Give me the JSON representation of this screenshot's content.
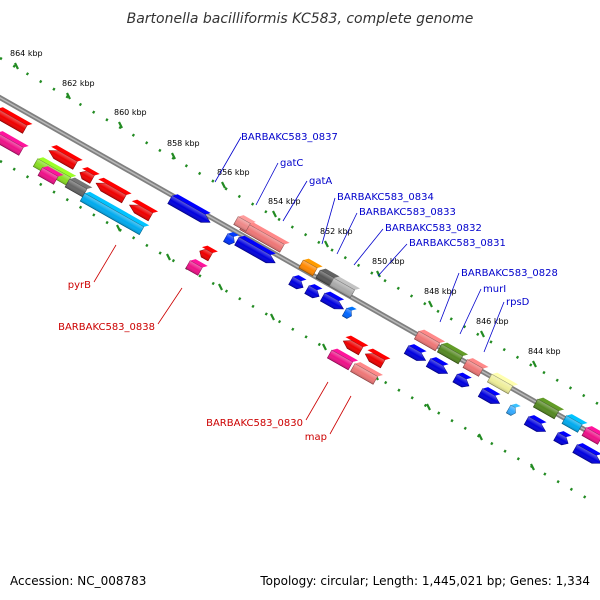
{
  "title": "Bartonella bacilliformis KC583, complete genome",
  "footer": {
    "accession": "Accession: NC_008783",
    "stats": "Topology: circular; Length: 1,445,021 bp; Genes: 1,334"
  },
  "colors": {
    "forward_label": "#0000cc",
    "reverse_label": "#cc0000",
    "ruler_tick": "#228b22",
    "backbone": "#808080"
  },
  "ruler": [
    "864 kbp",
    "862 kbp",
    "860 kbp",
    "858 kbp",
    "856 kbp",
    "854 kbp",
    "852 kbp",
    "850 kbp",
    "848 kbp",
    "846 kbp",
    "844 kbp"
  ],
  "forward_labels": [
    "BARBAKC583_0837",
    "gatC",
    "gatA",
    "BARBAKC583_0834",
    "BARBAKC583_0833",
    "BARBAKC583_0832",
    "BARBAKC583_0831",
    "BARBAKC583_0828",
    "murI",
    "rpsD"
  ],
  "reverse_labels": [
    "pyrB",
    "BARBAKC583_0838",
    "BARBAKC583_0830",
    "map"
  ]
}
